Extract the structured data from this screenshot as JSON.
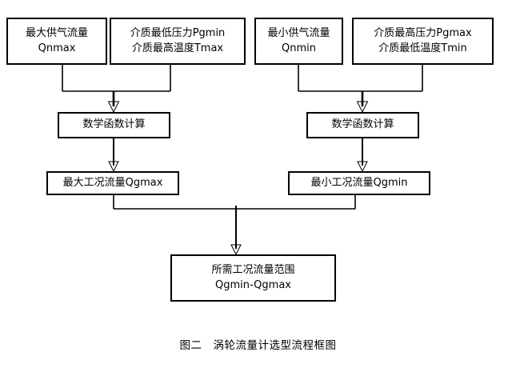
{
  "figure": {
    "caption_label": "图二",
    "caption_text": "涡轮流量计选型流程框图"
  },
  "colors": {
    "background": "#ffffff",
    "stroke": "#000000",
    "text": "#000000"
  },
  "diagram": {
    "type": "flowchart",
    "orientation": "top-to-bottom",
    "nodes": [
      {
        "id": "qnmax",
        "row": 1,
        "line1": "最大供气流量",
        "line2": "Qnmax"
      },
      {
        "id": "pgmin",
        "row": 1,
        "line1": "介质最低压力Pgmin",
        "line2": "介质最高温度Tmax"
      },
      {
        "id": "qnmin",
        "row": 1,
        "line1": "最小供气流量",
        "line2": "Qnmin"
      },
      {
        "id": "pgmax",
        "row": 1,
        "line1": "介质最高压力Pgmax",
        "line2": "介质最低温度Tmin"
      },
      {
        "id": "calc_left",
        "row": 2,
        "line1": "数学函数计算"
      },
      {
        "id": "calc_right",
        "row": 2,
        "line1": "数学函数计算"
      },
      {
        "id": "qgmax",
        "row": 3,
        "line1": "最大工况流量Qgmax"
      },
      {
        "id": "qgmin",
        "row": 3,
        "line1": "最小工况流量Qgmin"
      },
      {
        "id": "range",
        "row": 4,
        "line1": "所需工况流量范围",
        "line2": "Qgmin-Qgmax"
      }
    ],
    "edges": [
      {
        "from": "qnmax",
        "to": "calc_left",
        "style": "merge-arrow"
      },
      {
        "from": "pgmin",
        "to": "calc_left",
        "style": "merge-arrow"
      },
      {
        "from": "qnmin",
        "to": "calc_right",
        "style": "merge-arrow"
      },
      {
        "from": "pgmax",
        "to": "calc_right",
        "style": "merge-arrow"
      },
      {
        "from": "calc_left",
        "to": "qgmax",
        "style": "arrow"
      },
      {
        "from": "calc_right",
        "to": "qgmin",
        "style": "arrow"
      },
      {
        "from": "qgmax",
        "to": "range",
        "style": "merge-arrow"
      },
      {
        "from": "qgmin",
        "to": "range",
        "style": "merge-arrow"
      }
    ]
  }
}
